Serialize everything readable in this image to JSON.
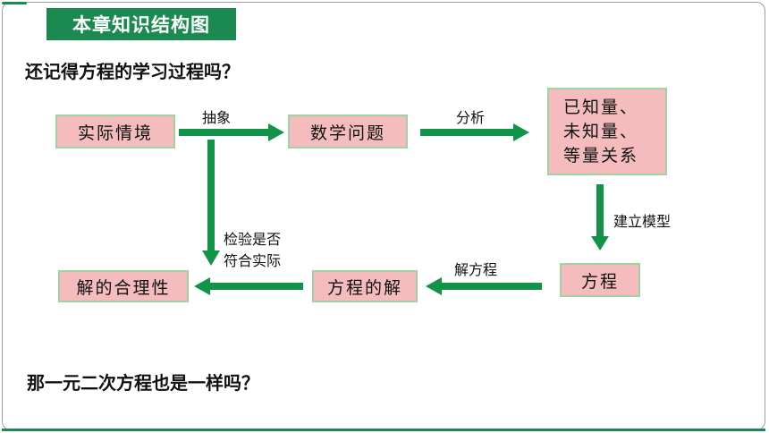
{
  "header": {
    "title": "本章知识结构图"
  },
  "questions": {
    "q1": "还记得方程的学习过程吗？",
    "q2": "那一元二次方程也是一样吗？"
  },
  "nodes": {
    "real_situation": "实际情境",
    "math_problem": "数学问题",
    "knowns": [
      "已知量、",
      "未知量、",
      "等量关系"
    ],
    "equation": "方程",
    "equation_solution": "方程的解",
    "reasonableness": "解的合理性"
  },
  "edges": {
    "abstract": "抽象",
    "analyze": "分析",
    "build_model": "建立模型",
    "solve_equation": "解方程",
    "check": [
      "检验是否",
      "符合实际"
    ]
  },
  "colors": {
    "accent": "#1a8a50",
    "box_fill": "#f4bcbc",
    "box_border": "#9fd3a6",
    "arrow": "#119447"
  }
}
